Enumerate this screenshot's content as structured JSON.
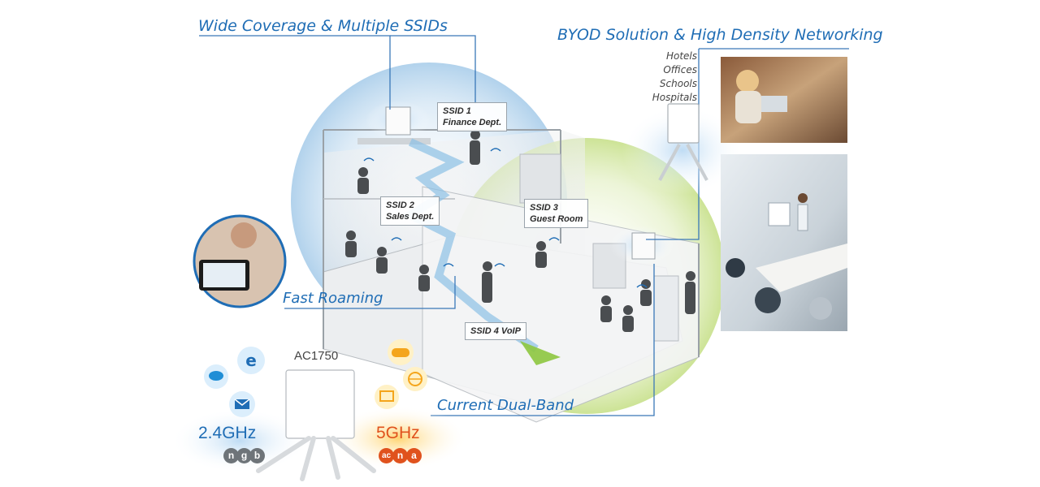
{
  "callouts": {
    "coverage": "Wide Coverage & Multiple SSIDs",
    "byod": "BYOD Solution & High Density Networking",
    "roaming": "Fast Roaming",
    "dual_band": "Current Dual-Band"
  },
  "venues": [
    "Hotels",
    "Offices",
    "Schools",
    "Hospitals"
  ],
  "ssids": [
    {
      "line1": "SSID 1",
      "line2": "Finance Dept."
    },
    {
      "line1": "SSID 2",
      "line2": "Sales Dept."
    },
    {
      "line1": "SSID 3",
      "line2": "Guest Room"
    },
    {
      "line1": "SSID 4  VoIP",
      "line2": ""
    }
  ],
  "product": {
    "model": "AC1750",
    "band_24": "2.4GHz",
    "band_5": "5GHz",
    "chips_24": [
      "n",
      "g",
      "b"
    ],
    "chips_5": [
      "ac",
      "n",
      "a"
    ]
  },
  "colors": {
    "accent": "#1f6db5",
    "band5": "#e0521d",
    "coverage_blue": "#cfe3f3",
    "coverage_green": "#dcebb8"
  },
  "icons": {
    "left": [
      "internet-explorer-icon",
      "chat-icon",
      "email-icon"
    ],
    "right": [
      "gamepad-icon",
      "globe-phone-icon",
      "media-icon"
    ]
  }
}
